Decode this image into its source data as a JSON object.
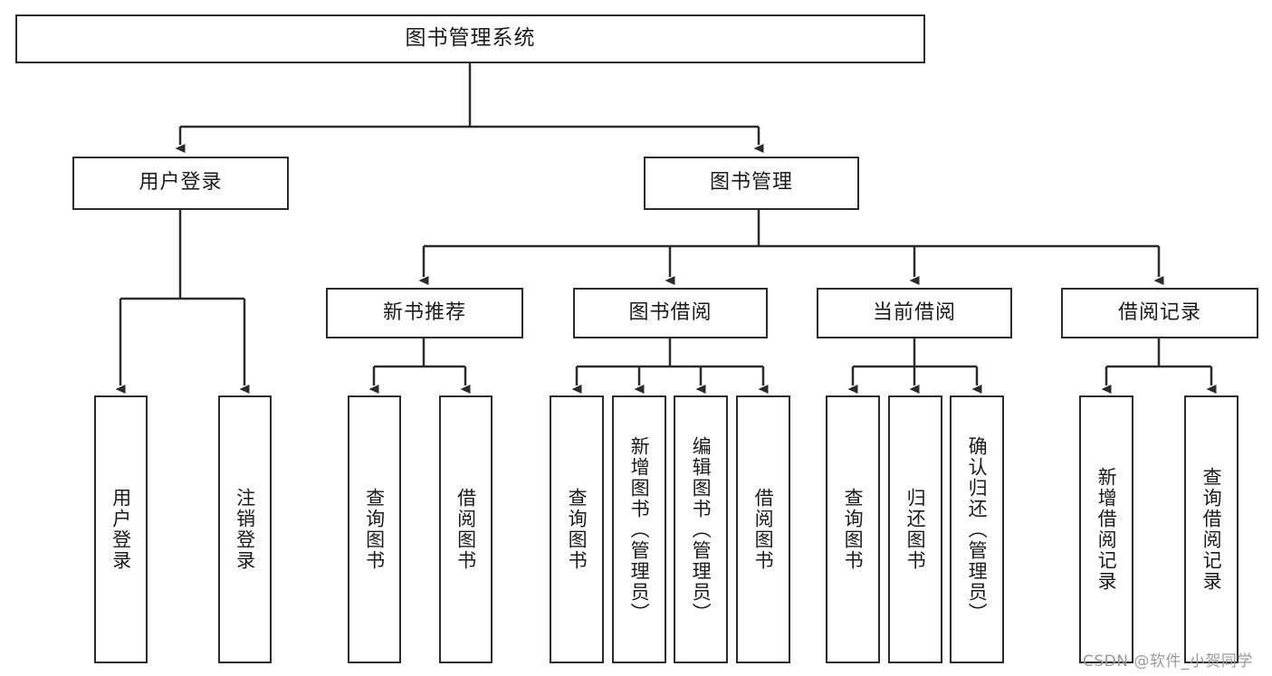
{
  "diagram": {
    "title": "图书管理系统",
    "type": "hierarchy-tree",
    "orientation": "top-down",
    "colors": {
      "box_border": "#2b2b2b",
      "box_fill": "#ffffff",
      "connector": "#2b2b2b",
      "text": "#1a1a1a",
      "watermark": "#9a9a9a",
      "background": "#ffffff"
    },
    "levels": {
      "root": [
        "图书管理系统"
      ],
      "level1": [
        "用户登录",
        "图书管理"
      ],
      "level2": [
        "新书推荐",
        "图书借阅",
        "当前借阅",
        "借阅记录"
      ],
      "leaves": [
        "用户登录",
        "注销登录",
        "查询图书",
        "借阅图书",
        "查询图书",
        "新增图书（管理员）",
        "编辑图书（管理员）",
        "借阅图书",
        "查询图书",
        "归还图书",
        "确认归还（管理员）",
        "新增借阅记录",
        "查询借阅记录"
      ]
    }
  },
  "root": {
    "label": "图书管理系统"
  },
  "branch_user": {
    "label": "用户登录",
    "children": [
      {
        "label": "用户登录"
      },
      {
        "label": "注销登录"
      }
    ]
  },
  "branch_book": {
    "label": "图书管理",
    "groups": [
      {
        "label": "新书推荐",
        "children": [
          {
            "label": "查询图书"
          },
          {
            "label": "借阅图书"
          }
        ]
      },
      {
        "label": "图书借阅",
        "children": [
          {
            "label": "查询图书"
          },
          {
            "label": "新增图书（管理员）"
          },
          {
            "label": "编辑图书（管理员）"
          },
          {
            "label": "借阅图书"
          }
        ]
      },
      {
        "label": "当前借阅",
        "children": [
          {
            "label": "查询图书"
          },
          {
            "label": "归还图书"
          },
          {
            "label": "确认归还（管理员）"
          }
        ]
      },
      {
        "label": "借阅记录",
        "children": [
          {
            "label": "新增借阅记录"
          },
          {
            "label": "查询借阅记录"
          }
        ]
      }
    ]
  },
  "watermark": {
    "text": "CSDN @软件_小贺同学"
  }
}
